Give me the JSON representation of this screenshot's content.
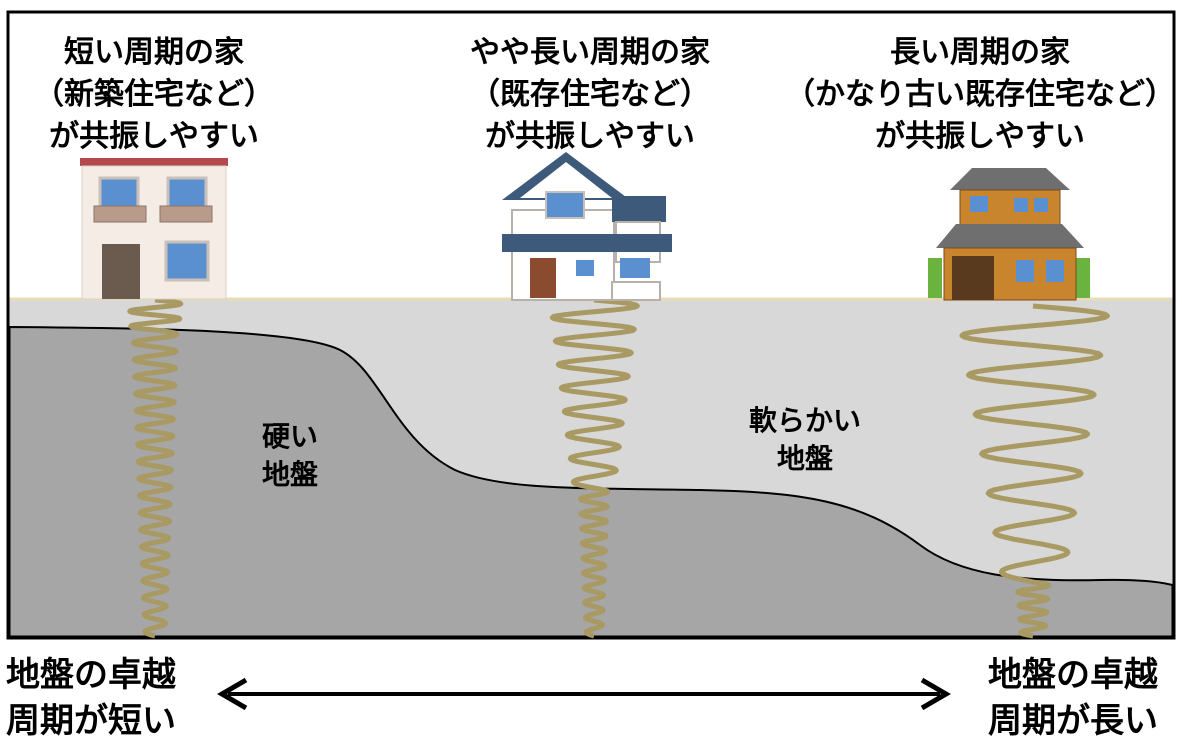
{
  "houses": [
    {
      "lines": [
        "短い周期の家",
        "（新築住宅など）",
        "が共振しやすい"
      ]
    },
    {
      "lines": [
        "やや長い周期の家",
        "（既存住宅など）",
        "が共振しやすい"
      ]
    },
    {
      "lines": [
        "長い周期の家",
        "（かなり古い既存住宅など）",
        "が共振しやすい"
      ]
    }
  ],
  "ground": {
    "hard": [
      "硬い",
      "地盤"
    ],
    "soft": [
      "軟らかい",
      "地盤"
    ]
  },
  "scale": {
    "left": [
      "地盤の卓越",
      "周期が短い"
    ],
    "right": [
      "地盤の卓越",
      "周期が長い"
    ]
  },
  "colors": {
    "soft_ground": "#d8d8d8",
    "hard_ground": "#a6a6a6",
    "wave": "#a89a62",
    "ground_line": "#e8dcb8"
  }
}
